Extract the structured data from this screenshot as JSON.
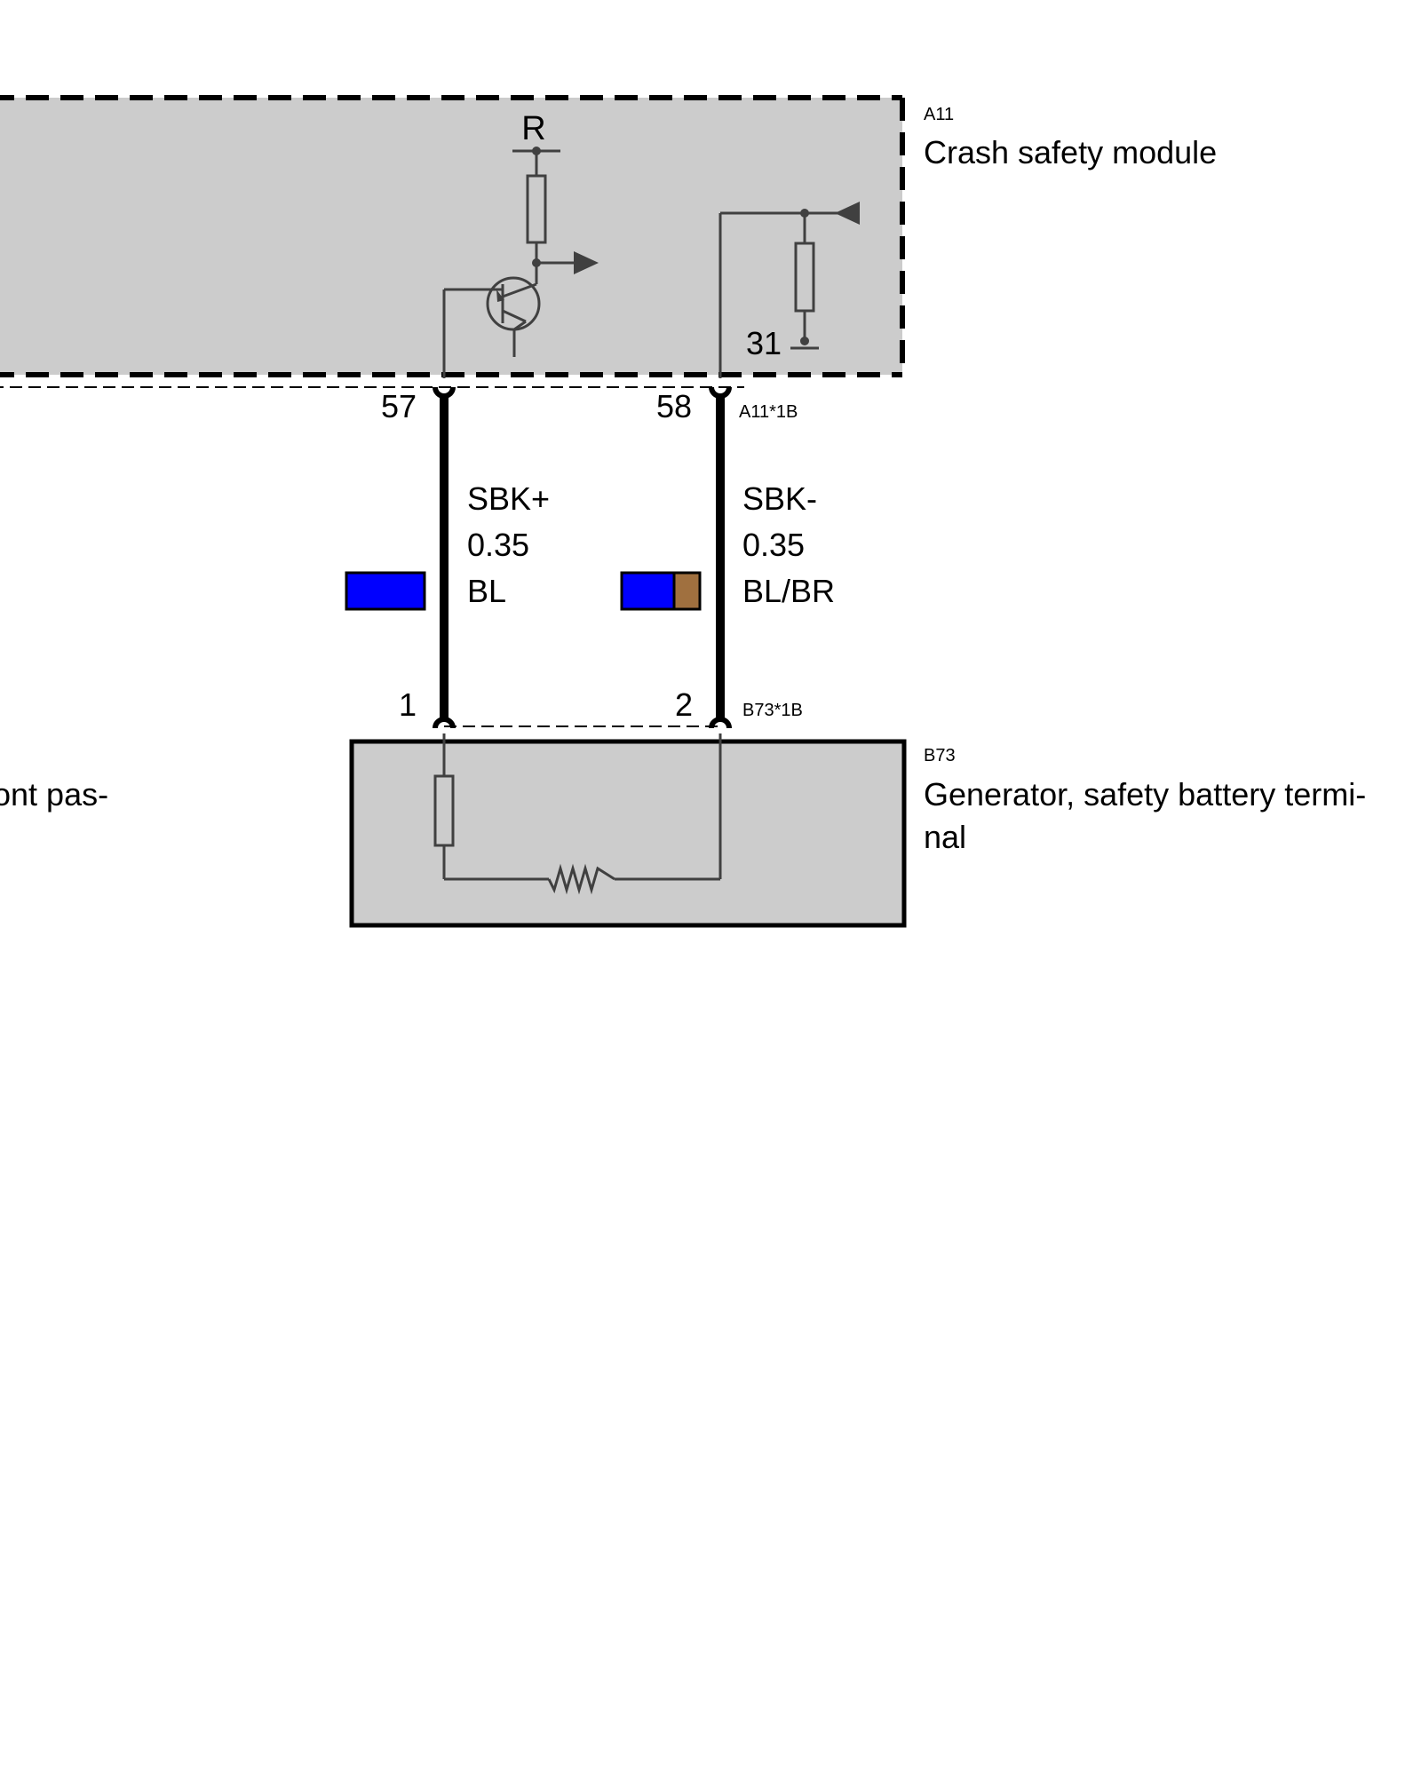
{
  "modules": {
    "a11": {
      "id": "A11",
      "name": "Crash safety module"
    },
    "b73": {
      "id": "B73",
      "name_line1": "Generator, safety battery termi-",
      "name_line2": "nal"
    },
    "left_cut": {
      "text": "ont pas-"
    }
  },
  "circuit": {
    "supply_label": "R",
    "ground_label": "31"
  },
  "connectors": {
    "top": "A11*1B",
    "bottom": "B73*1B"
  },
  "wires": [
    {
      "pin_top": "57",
      "pin_bottom": "1",
      "signal": "SBK+",
      "gauge": "0.35",
      "color_code": "BL",
      "colors": [
        "#0000ff"
      ]
    },
    {
      "pin_top": "58",
      "pin_bottom": "2",
      "signal": "SBK-",
      "gauge": "0.35",
      "color_code": "BL/BR",
      "colors": [
        "#0000ff",
        "#a0703f"
      ]
    }
  ],
  "colors": {
    "module_fill": "#cccccc",
    "wire": "#000000"
  }
}
